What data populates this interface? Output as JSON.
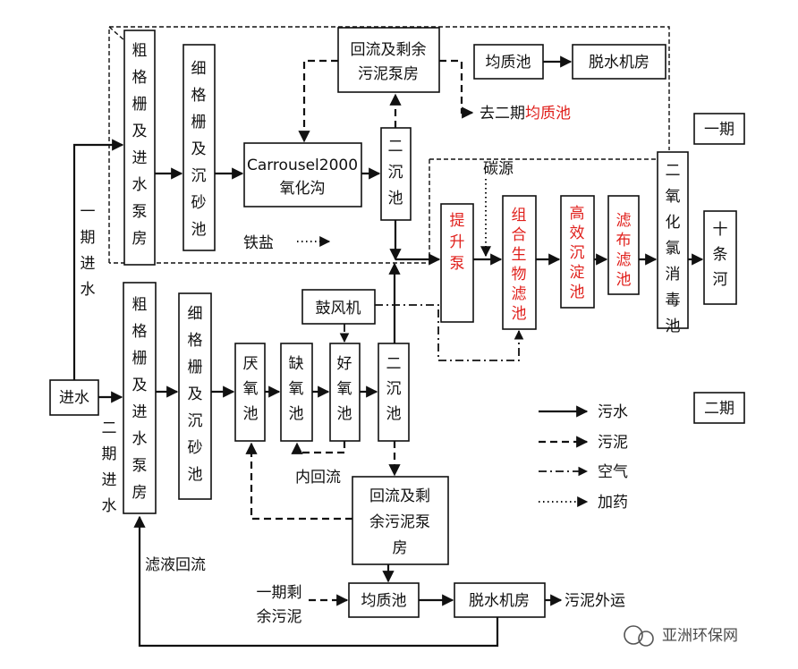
{
  "phase1_tag": "一期",
  "phase2_tag": "二期",
  "inlet": "进水",
  "phase1_inlet": "一期进水",
  "phase2_inlet": "二期进水",
  "p1_coarse": "粗格栅及进水泵房",
  "p1_fine": "细格栅及沉砂池",
  "p1_carrousel_line1": "Carrousel2000",
  "p1_carrousel_line2": "氧化沟",
  "p1_clarifier": "二沉池",
  "p1_return_line1": "回流及剩余",
  "p1_return_line2": "污泥泵房",
  "p1_equal": "均质池",
  "p1_dewater": "脱水机房",
  "to_p2_black": "去二期",
  "to_p2_red": "均质池",
  "iron_salt": "铁盐",
  "carbon": "碳源",
  "lift_pump": "提升泵",
  "bio_filter": "组合生物滤池",
  "hi_settle": "高效沉淀池",
  "cloth_filter": "滤布滤池",
  "disinfect": "二氧化氯消毒池",
  "river": "十条河",
  "blower": "鼓风机",
  "p2_coarse": "粗格栅及进水泵房",
  "p2_fine": "细格栅及沉砂池",
  "anaerobic": "厌氧池",
  "anoxic": "缺氧池",
  "aerobic": "好氧池",
  "p2_clarifier": "二沉池",
  "internal_return": "内回流",
  "p2_return_line1": "回流及剩",
  "p2_return_line2": "余污泥泵",
  "p2_return_line3": "房",
  "filtrate": "滤液回流",
  "p1_sludge_line1": "一期剩",
  "p1_sludge_line2": "余污泥",
  "p2_equal": "均质池",
  "p2_dewater": "脱水机房",
  "sludge_out": "污泥外运",
  "legend": {
    "sewage": "污水",
    "sludge": "污泥",
    "air": "空气",
    "dosing": "加药"
  },
  "watermark": "亚洲环保网",
  "colors": {
    "accent_red": "#e0201c",
    "line": "#111111"
  }
}
